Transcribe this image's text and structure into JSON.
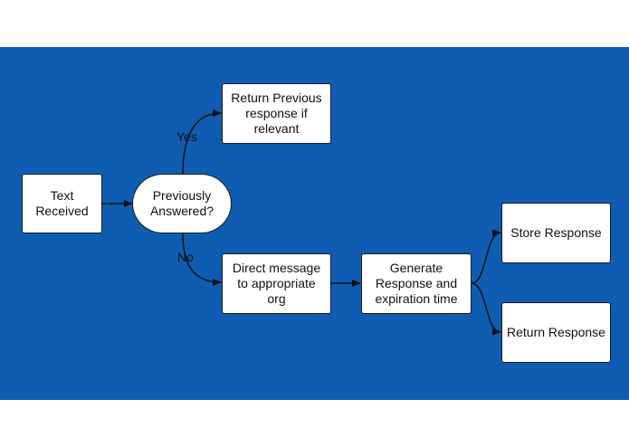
{
  "diagram": {
    "background_color": "#0f5db3",
    "nodes": {
      "text_received": "Text\nReceived",
      "previously_answered": "Previously\nAnswered?",
      "return_previous": "Return Previous\nresponse if\nrelevant",
      "direct_message": "Direct message\nto appropriate\norg",
      "generate_response": "Generate\nResponse and\nexpiration time",
      "store_response": "Store Response",
      "return_response": "Return Response"
    },
    "edge_labels": {
      "yes": "Yes",
      "no": "No"
    }
  }
}
